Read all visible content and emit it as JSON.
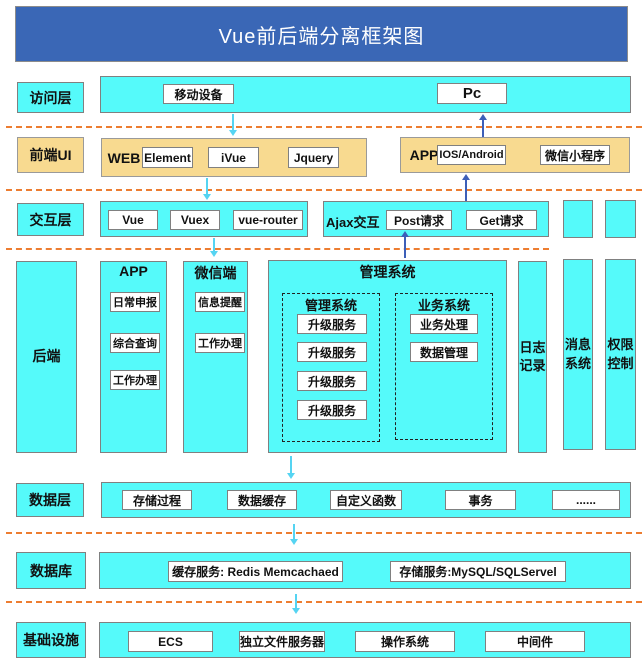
{
  "title": "Vue前后端分离框架图",
  "colors": {
    "title_bg": "#3a67b6",
    "cyan": "#55fafa",
    "yellow": "#f8da90",
    "dash_orange": "#ed7d31",
    "arrow_cyan": "#55d4f2",
    "arrow_blue": "#3d5fb8",
    "box_border": "#808080",
    "text": "#111111"
  },
  "access": {
    "label": "访问层",
    "mobile": "移动设备",
    "pc": "Pc"
  },
  "frontend": {
    "label": "前端UI",
    "web_title": "WEB",
    "web_items": [
      "Element",
      "iVue",
      "Jquery"
    ],
    "app_title": "APP",
    "app_items": [
      "IOS/Android",
      "微信小程序"
    ]
  },
  "interaction": {
    "label": "交互层",
    "vue_items": [
      "Vue",
      "Vuex",
      "vue-router"
    ],
    "ajax_title": "Ajax交互",
    "ajax_items": [
      "Post请求",
      "Get请求"
    ]
  },
  "backend": {
    "label": "后端",
    "app": {
      "title": "APP",
      "items": [
        "日常申报",
        "综合查询",
        "工作办理"
      ]
    },
    "wechat": {
      "title": "微信端",
      "items": [
        "信息提醒",
        "工作办理"
      ]
    },
    "mgmt": {
      "title": "管理系统",
      "sub_mgmt": {
        "title": "管理系统",
        "items": [
          "升级服务",
          "升级服务",
          "升级服务",
          "升级服务"
        ]
      },
      "sub_biz": {
        "title": "业务系统",
        "items": [
          "业务处理",
          "数据管理"
        ]
      }
    },
    "log": "日志记录",
    "message": "消息系统",
    "permission": "权限控制"
  },
  "data_layer": {
    "label": "数据层",
    "items": [
      "存储过程",
      "数据缓存",
      "自定义函数",
      "事务",
      "......"
    ]
  },
  "database": {
    "label": "数据库",
    "cache": "缓存服务: Redis Memcachaed",
    "storage": "存储服务:MySQL/SQLServel"
  },
  "infrastructure": {
    "label": "基础设施",
    "items": [
      "ECS",
      "独立文件服务器",
      "操作系统",
      "中间件"
    ]
  }
}
